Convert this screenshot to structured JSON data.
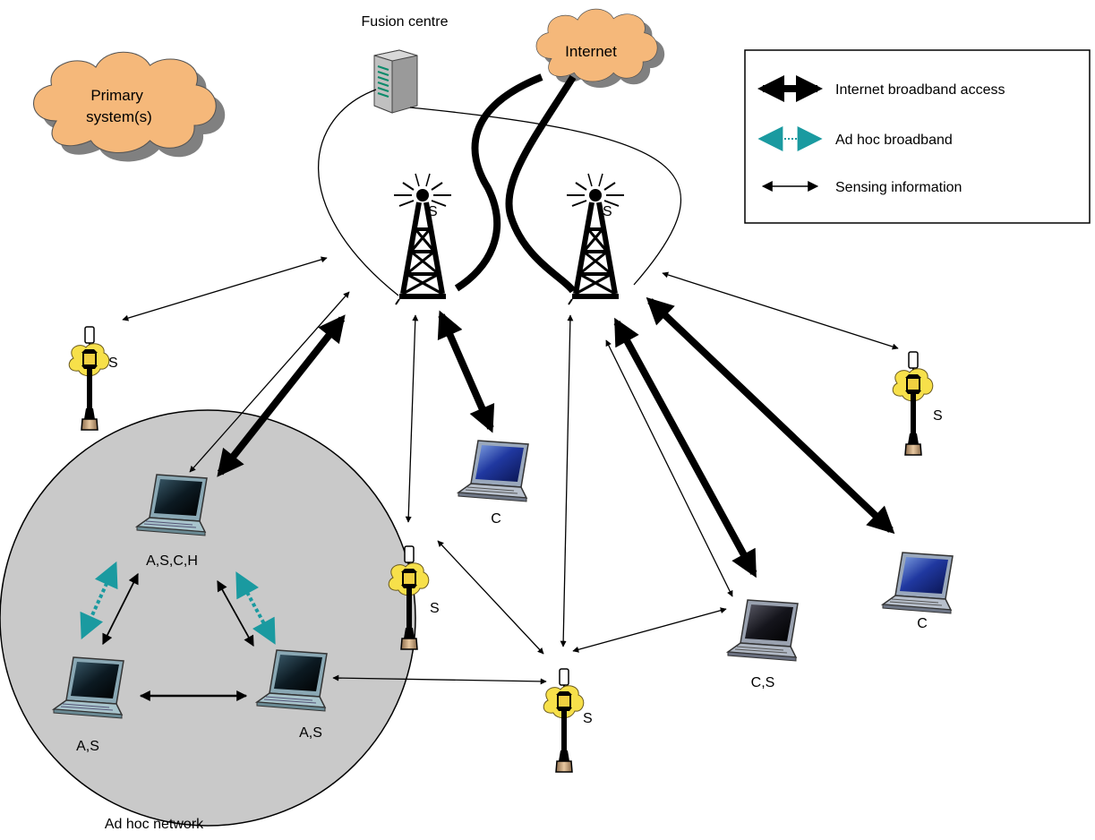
{
  "clouds": {
    "primary": "Primary\nsystem(s)",
    "internet": "Internet"
  },
  "fusion_centre": "Fusion centre",
  "towers": {
    "left": "S",
    "right": "S"
  },
  "lamps": {
    "left": "S",
    "center": "S",
    "bottom": "S",
    "right": "S"
  },
  "laptops": {
    "adhoc_top": "A,S,C,H",
    "adhoc_left": "A,S",
    "adhoc_right": "A,S",
    "center": "C",
    "cs": "C,S",
    "right": "C"
  },
  "adhoc_network": "Ad hoc network",
  "legend": {
    "items": [
      "Internet broadband access",
      "Ad hoc broadband",
      "Sensing information"
    ]
  },
  "colors": {
    "cloud_fill": "#f5b87a",
    "adhoc_fill": "#c9c9c9",
    "adhoc_arrow": "#1a9aa0",
    "lamp_glow": "#f7e04a"
  }
}
